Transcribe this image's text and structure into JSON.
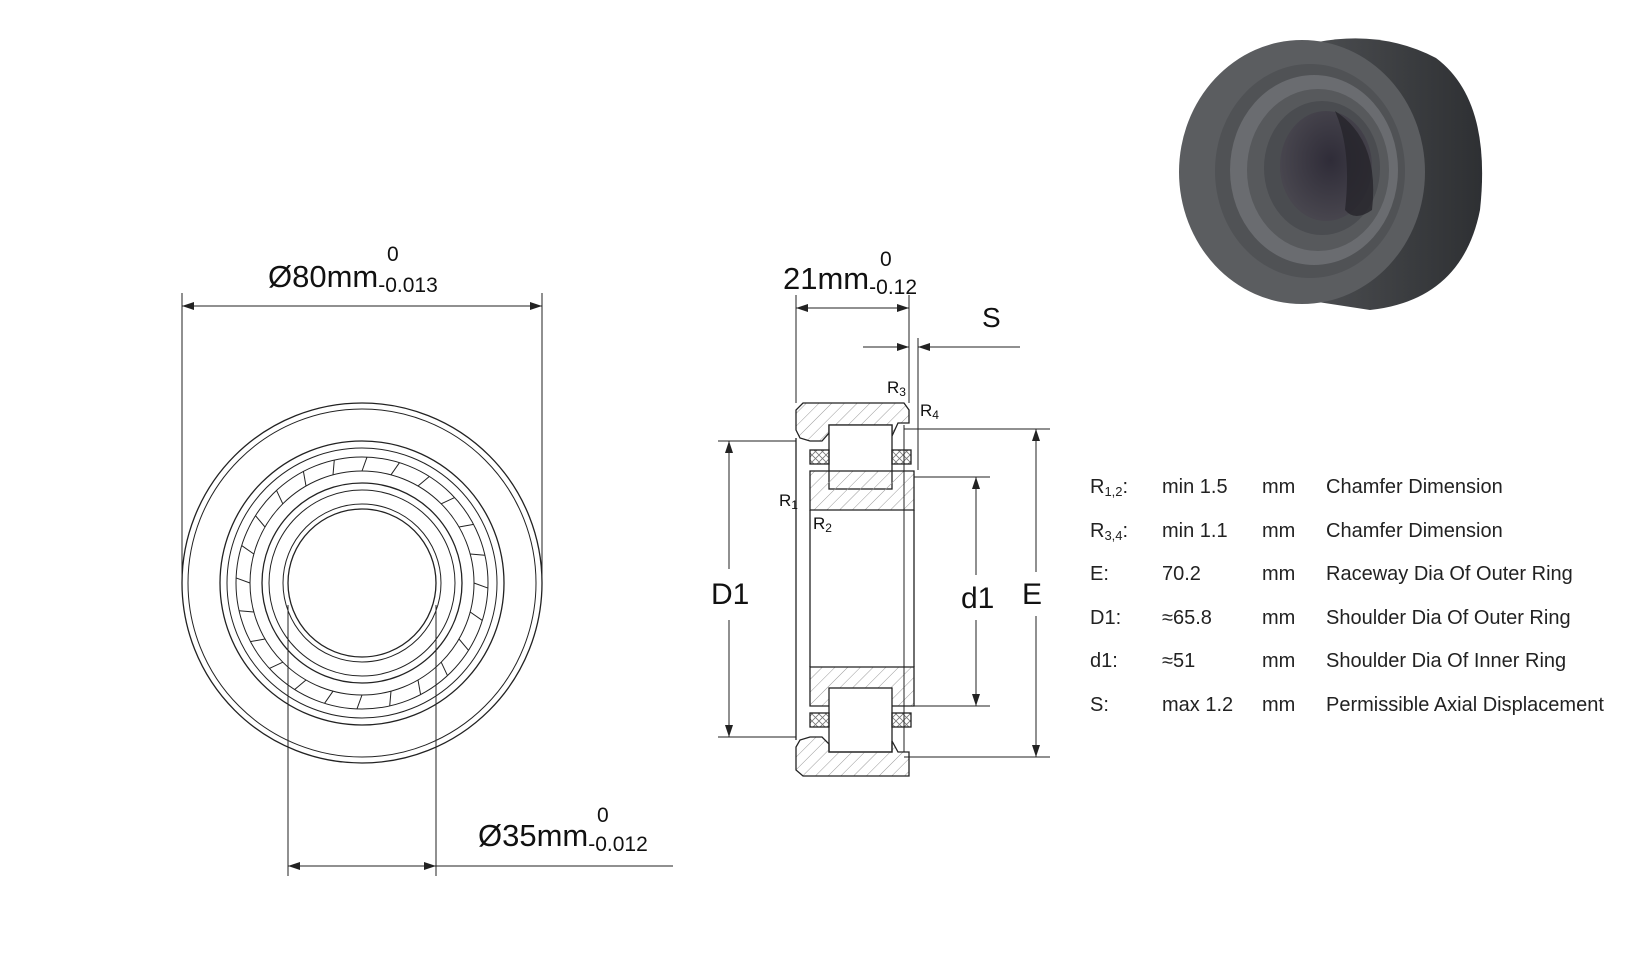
{
  "dimensions": {
    "outer_diameter": {
      "label": "Ø80mm",
      "tol_upper": "0",
      "tol_lower": "-0.013"
    },
    "bore_diameter": {
      "label": "Ø35mm",
      "tol_upper": "0",
      "tol_lower": "-0.012"
    },
    "width": {
      "label": "21mm",
      "tol_upper": "0",
      "tol_lower": "-0.12"
    }
  },
  "section_labels": {
    "S": "S",
    "R3": {
      "base": "R",
      "sub": "3"
    },
    "R4": {
      "base": "R",
      "sub": "4"
    },
    "R1": {
      "base": "R",
      "sub": "1"
    },
    "R2": {
      "base": "R",
      "sub": "2"
    },
    "D1": "D1",
    "d1": "d1",
    "E": "E"
  },
  "spec_rows": [
    {
      "key_base": "R",
      "key_sub": "1,2",
      "key_suffix": ":",
      "value": "min 1.5",
      "unit": "mm",
      "description": "Chamfer Dimension"
    },
    {
      "key_base": "R",
      "key_sub": "3,4",
      "key_suffix": ":",
      "value": "min 1.1",
      "unit": "mm",
      "description": "Chamfer Dimension"
    },
    {
      "key_base": "E:",
      "key_sub": "",
      "key_suffix": "",
      "value": "70.2",
      "unit": "mm",
      "description": "Raceway Dia Of Outer Ring"
    },
    {
      "key_base": "D1:",
      "key_sub": "",
      "key_suffix": "",
      "value": "≈65.8",
      "unit": "mm",
      "description": "Shoulder Dia Of Outer Ring"
    },
    {
      "key_base": "d1:",
      "key_sub": "",
      "key_suffix": "",
      "value": "≈51",
      "unit": "mm",
      "description": "Shoulder Dia Of Inner Ring"
    },
    {
      "key_base": "S:",
      "key_sub": "",
      "key_suffix": "",
      "value": "max 1.2",
      "unit": "mm",
      "description": "Permissible Axial Displacement"
    }
  ],
  "colors": {
    "line": "#222222",
    "bearing_body": "#5b5d60",
    "bearing_dark": "#3e4043",
    "hatch": "#888888"
  }
}
